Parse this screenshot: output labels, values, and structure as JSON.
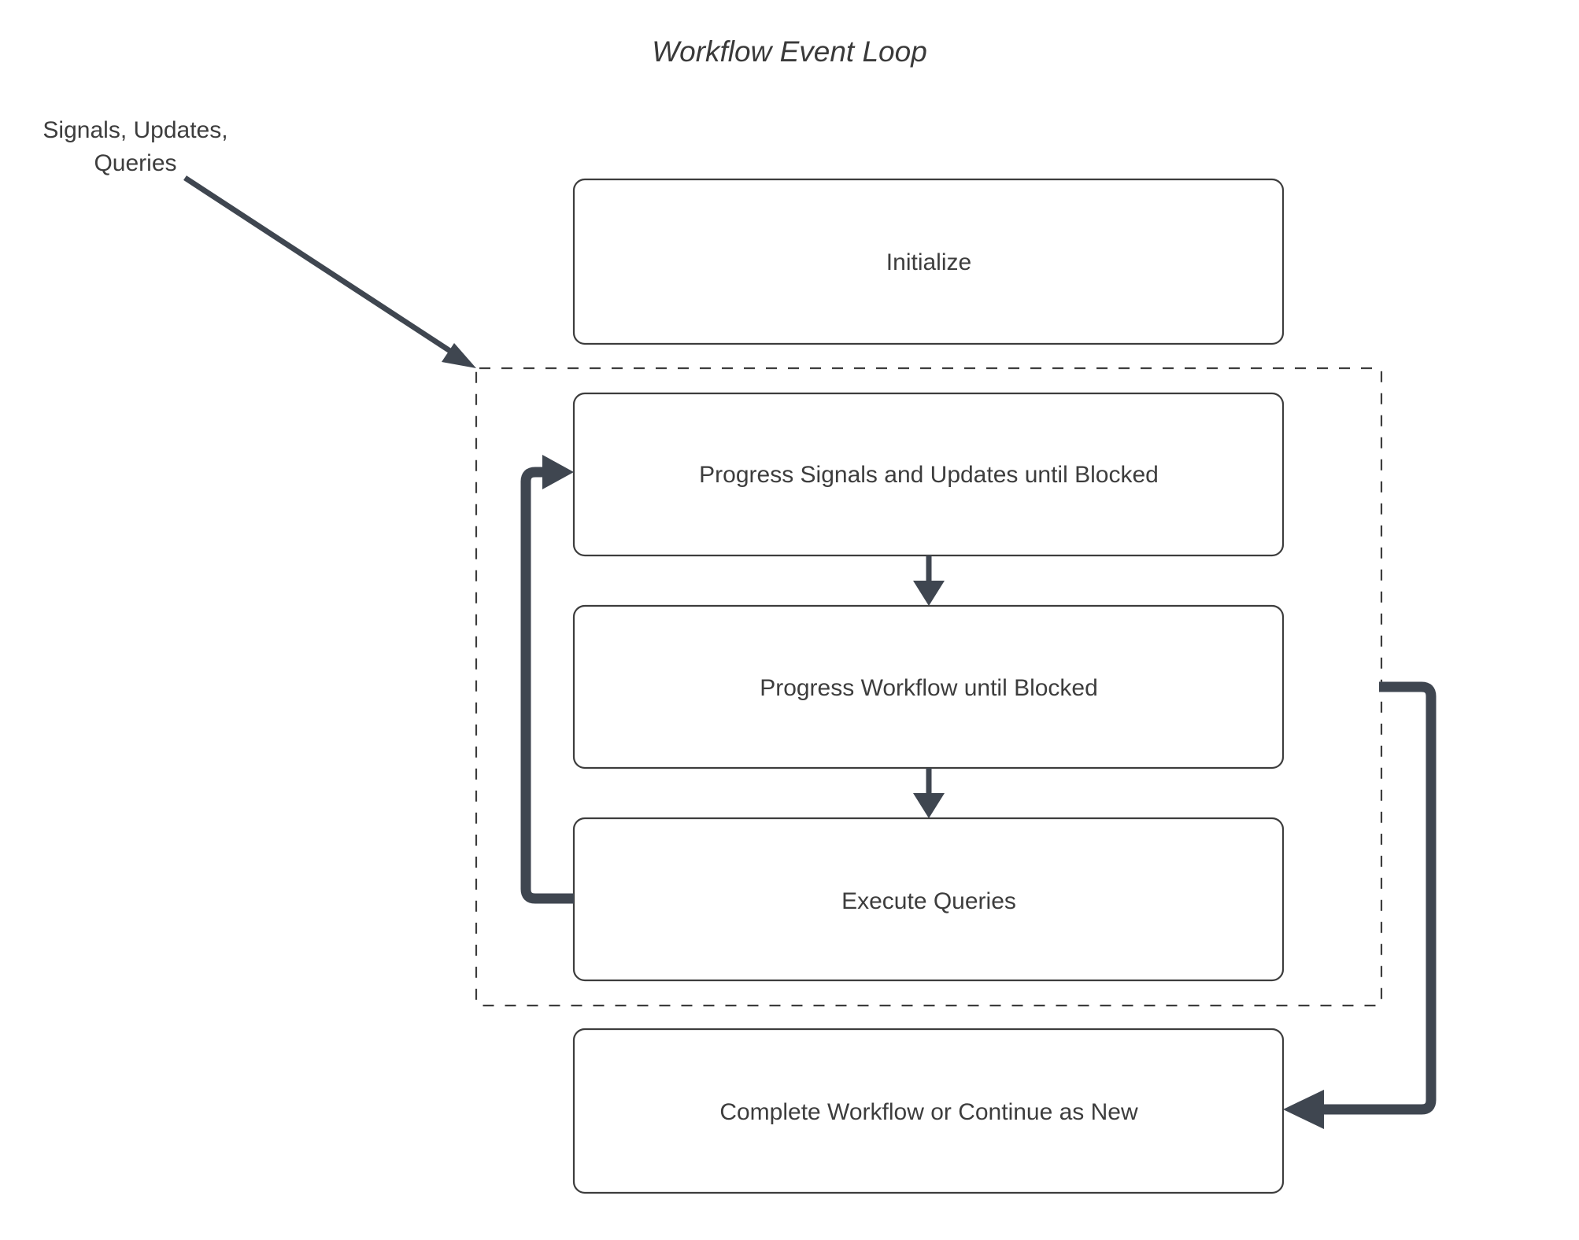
{
  "diagram": {
    "title": "Workflow Event Loop",
    "colors": {
      "background": "#ffffff",
      "node_stroke": "#3d3d3d",
      "text": "#3d3d3d",
      "arrow": "#3f4650"
    },
    "external_input": {
      "label_line1": "Signals, Updates,",
      "label_line2": "Queries"
    },
    "nodes": [
      {
        "id": "initialize",
        "label": "Initialize"
      },
      {
        "id": "progress-signals",
        "label": "Progress Signals and Updates until Blocked"
      },
      {
        "id": "progress-workflow",
        "label": "Progress Workflow until Blocked"
      },
      {
        "id": "execute-queries",
        "label": "Execute Queries"
      },
      {
        "id": "complete-workflow",
        "label": "Complete Workflow or Continue as New"
      }
    ],
    "group": {
      "id": "event-loop-group",
      "style": "dashed"
    },
    "edges": [
      {
        "from": "external-input",
        "to": "event-loop-group",
        "style": "solid-arrow"
      },
      {
        "from": "progress-signals",
        "to": "progress-workflow",
        "style": "solid-arrow"
      },
      {
        "from": "progress-workflow",
        "to": "execute-queries",
        "style": "solid-arrow"
      },
      {
        "from": "execute-queries",
        "to": "progress-signals",
        "style": "loop-back-arrow"
      },
      {
        "from": "event-loop-group",
        "to": "complete-workflow",
        "style": "exit-arrow"
      }
    ]
  }
}
